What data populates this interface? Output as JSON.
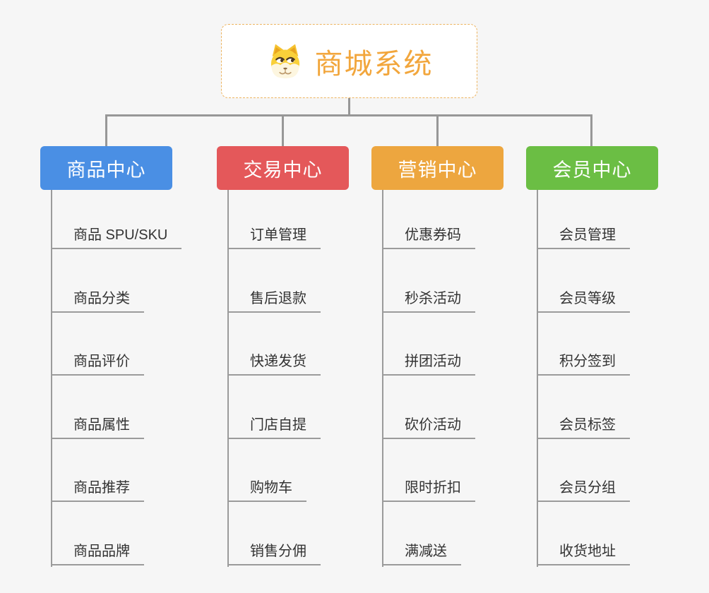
{
  "root": {
    "title": "商城系统",
    "icon": "shiba-dog-icon"
  },
  "colors": {
    "background": "#f6f6f6",
    "root_text": "#f2a63c",
    "root_border": "#ecb35e",
    "connector": "#979797",
    "item_text": "#333333",
    "item_line": "#9b9b9b",
    "branch_product": "#4a8fe4",
    "branch_trade": "#e4585a",
    "branch_marketing": "#eda63f",
    "branch_member": "#6bbe44"
  },
  "branches": [
    {
      "label": "商品中心",
      "color": "#4a8fe4",
      "items": [
        "商品 SPU/SKU",
        "商品分类",
        "商品评价",
        "商品属性",
        "商品推荐",
        "商品品牌"
      ]
    },
    {
      "label": "交易中心",
      "color": "#e4585a",
      "items": [
        "订单管理",
        "售后退款",
        "快递发货",
        "门店自提",
        "购物车",
        "销售分佣"
      ]
    },
    {
      "label": "营销中心",
      "color": "#eda63f",
      "items": [
        "优惠券码",
        "秒杀活动",
        "拼团活动",
        "砍价活动",
        "限时折扣",
        "满减送"
      ]
    },
    {
      "label": "会员中心",
      "color": "#6bbe44",
      "items": [
        "会员管理",
        "会员等级",
        "积分签到",
        "会员标签",
        "会员分组",
        "收货地址"
      ]
    }
  ]
}
